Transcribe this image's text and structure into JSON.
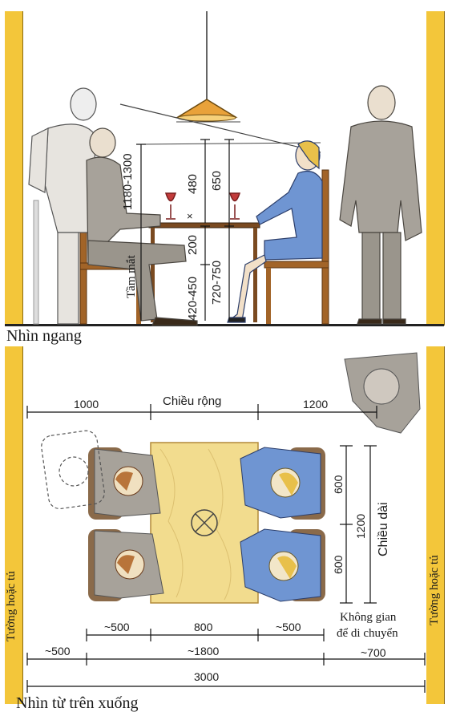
{
  "colors": {
    "wall": "#f3c63a",
    "table_top": "#f2dc8e",
    "woman_dress": "#6f95d2",
    "man_suit": "#a7a29a",
    "chair": "#a26428"
  },
  "side_view": {
    "view_label": "Nhìn ngang",
    "eye_level_label": "Tầm mắt",
    "dims": {
      "eye_height": "1180-1300",
      "lamp_to_table": "480",
      "lamp_to_table_2": "650",
      "table_knee": "200",
      "seat_height": "420-450",
      "table_height": "720-750"
    },
    "x_mark": "×"
  },
  "top_view": {
    "view_label": "Nhìn từ trên xuống",
    "left_wall_label": "Tường hoặc tủ",
    "right_wall_label": "Tường hoặc tủ",
    "top_dims": {
      "left_clearance": "1000",
      "width_label": "Chiều rộng",
      "right_clearance": "1200"
    },
    "side_dims": {
      "seat_upper": "600",
      "seat_lower": "600",
      "total": "1200",
      "length_label": "Chiều dài"
    },
    "bottom_dims": {
      "chair_left": "~500",
      "table_width": "800",
      "chair_right": "~500",
      "wall_left": "~500",
      "middle": "~1800",
      "wall_right": "~700",
      "total": "3000"
    },
    "movement_label_1": "Không gian",
    "movement_label_2": "để di chuyển"
  }
}
